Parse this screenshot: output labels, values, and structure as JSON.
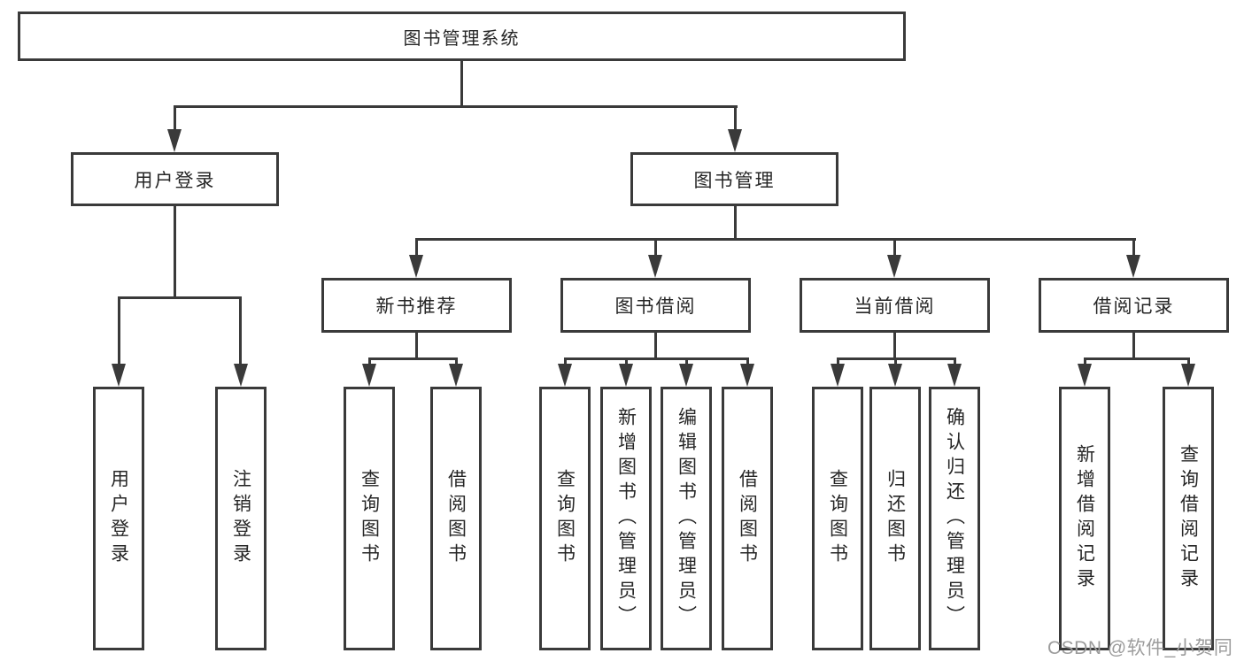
{
  "colors": {
    "line": "#3a3a3a",
    "text": "#262626",
    "watermark": "#9c9c9c",
    "background": "#ffffff"
  },
  "nodes": {
    "root": "图书管理系统",
    "user_login": "用户登录",
    "book_mgmt": "图书管理",
    "new_book": "新书推荐",
    "book_borrow": "图书借阅",
    "current_borrow": "当前借阅",
    "borrow_record": "借阅记录",
    "leaf_user_login": "用户登录",
    "leaf_logout": "注销登录",
    "leaf_newbook_query": "查询图书",
    "leaf_newbook_borrow": "借阅图书",
    "leaf_borrow_query": "查询图书",
    "leaf_borrow_add": "新增图书（管理员）",
    "leaf_borrow_edit": "编辑图书（管理员）",
    "leaf_borrow_lend": "借阅图书",
    "leaf_current_query": "查询图书",
    "leaf_current_return": "归还图书",
    "leaf_current_confirm": "确认归还（管理员）",
    "leaf_record_add": "新增借阅记录",
    "leaf_record_query": "查询借阅记录"
  },
  "hierarchy": {
    "图书管理系统": {
      "用户登录": [
        "用户登录",
        "注销登录"
      ],
      "图书管理": {
        "新书推荐": [
          "查询图书",
          "借阅图书"
        ],
        "图书借阅": [
          "查询图书",
          "新增图书（管理员）",
          "编辑图书（管理员）",
          "借阅图书"
        ],
        "当前借阅": [
          "查询图书",
          "归还图书",
          "确认归还（管理员）"
        ],
        "借阅记录": [
          "新增借阅记录",
          "查询借阅记录"
        ]
      }
    }
  },
  "watermark": {
    "text": "CSDN @软件_小贺同学"
  }
}
